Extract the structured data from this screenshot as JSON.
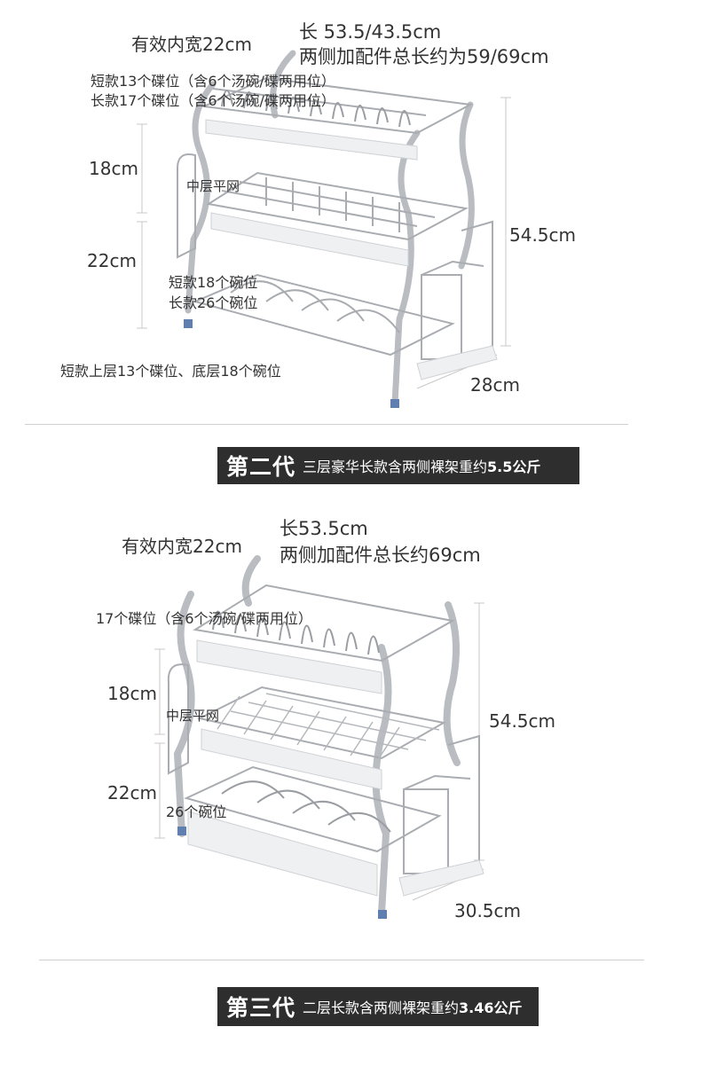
{
  "section1": {
    "length": "长 53.5/43.5cm",
    "total_length": "两侧加配件总长约为59/69cm",
    "inner_width": "有效内宽22cm",
    "short_plates": "短款13个碟位（含6个汤碗/碟两用位）",
    "long_plates": "长款17个碟位（含6个汤碗/碟两用位）",
    "height_upper": "18cm",
    "middle_net": "中层平网",
    "height_lower": "22cm",
    "short_bowls": "短款18个碗位",
    "long_bowls": "长款26个碗位",
    "total_height": "54.5cm",
    "depth": "28cm",
    "summary": "短款上层13个碟位、底层18个碗位"
  },
  "banner1": {
    "generation": "第二代",
    "description": "三层豪华长款含两侧裸架重约",
    "weight": "5.5公斤"
  },
  "section2": {
    "length": "长53.5cm",
    "total_length": "两侧加配件总长约69cm",
    "inner_width": "有效内宽22cm",
    "plates": "17个碟位（含6个汤碗/碟两用位）",
    "height_upper": "18cm",
    "middle_net": "中层平网",
    "total_height": "54.5cm",
    "height_lower": "22cm",
    "bowls": "26个碗位",
    "depth": "30.5cm"
  },
  "banner2": {
    "generation": "第三代",
    "description": "二层长款含两侧裸架重约",
    "weight": "3.46公斤"
  },
  "colors": {
    "banner_bg": "#2e2e2e",
    "steel": "#b9bcc0",
    "steel_dark": "#7d8086",
    "tray": "#eef0f2",
    "foot": "#5f7fb0"
  }
}
